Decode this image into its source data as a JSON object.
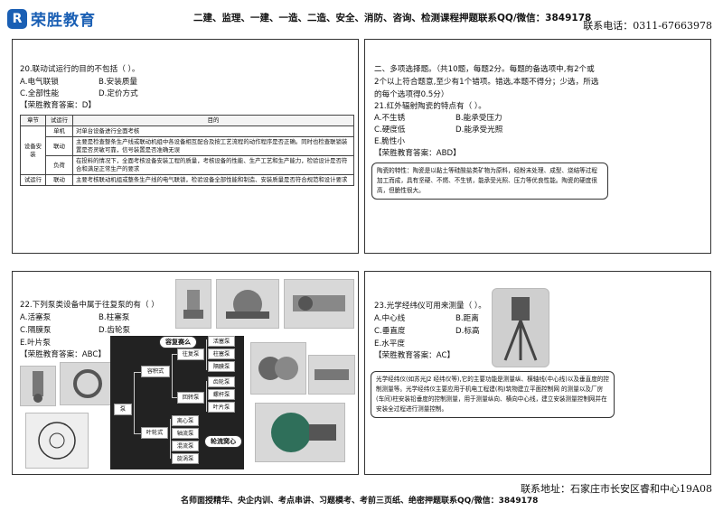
{
  "header": {
    "logo_mark": "R",
    "logo_text": "荣胜教育",
    "center": "二建、监理、一建、一造、二造、安全、消防、咨询、检测课程押题联系QQ/微信：3849178",
    "phone": "联系电话：0311-67663978"
  },
  "q20": {
    "stem": "20.联动试运行的目的不包括（  ）。",
    "opts": [
      "A.电气联锁",
      "B.安装质量",
      "C.全部性能",
      "D.定价方式"
    ],
    "answer": "【荣胜教育答案：D】",
    "table": {
      "headers": [
        "章节",
        "试运行",
        "目的"
      ],
      "rows": [
        [
          "单机",
          "对单台设备进行全面考核"
        ],
        [
          "联动",
          "主要是检查整条生产线或联动机组中各设备相互配合及按工艺流程的动作程序是否正确。同时也检查联锁装置是否灵敏可靠，信号装置是否准确无误"
        ],
        [
          "负荷",
          "在投料的情况下，全面考核设备安装工程的质量，考核设备的性能、生产工艺和生产能力，检验设计是否符合和满足正常生产的要求"
        ],
        [
          "联动",
          "主要考核联动机组或整条生产线的电气联锁，检验设备全部性能和制造、安装质量是否符合规范和设计要求"
        ]
      ],
      "group1": "设备安装",
      "group2": "试运行"
    }
  },
  "q21": {
    "intro1": "二、多项选择题。（共10题，每题2分。每题的备选项中,有2个或",
    "intro2": "2个以上符合题意,至少有1个错项。错选,本题不得分；少选，所选",
    "intro3": "的每个选项得0.5分）",
    "stem": "21.红外辐射陶瓷的特点有（  ）。",
    "opts": [
      "A.不生锈",
      "B.能承受压力",
      "C.硬度低",
      "D.能承受光照",
      "E.脆性小"
    ],
    "answer": "【荣胜教育答案：ABD】",
    "note": "陶瓷的特性：陶瓷是以黏土等硅酸盐类矿物为原料，经粉末处理、成型、烧结等过程加工而成，具有坚硬、不燃、不生锈，能承受光照、压力等优良性能。陶瓷的硬度很高，但脆性很大。"
  },
  "q22": {
    "stem": "22.下列泵类设备中属于往复泵的有（  ）",
    "opts": [
      "A.活塞泵",
      "B.柱塞泵",
      "C.隔膜泵",
      "D.齿轮泵",
      "E.叶片泵"
    ],
    "answer": "【荣胜教育答案：ABC】",
    "diagram": {
      "root": "泵",
      "rongji": "容积式",
      "yedong": "叶轮式",
      "wangfu": "往复泵",
      "huizhuan": "回转泵",
      "tag1": "容复赛么",
      "tag2": "轮流窝心",
      "wangfu_items": [
        "活塞泵",
        "柱塞泵",
        "隔膜泵"
      ],
      "huizhuan_items": [
        "齿轮泵",
        "螺杆泵",
        "叶片泵"
      ],
      "yedong_items": [
        "离心泵",
        "轴流泵",
        "混流泵",
        "旋涡泵"
      ]
    }
  },
  "q23": {
    "stem": "23.光学经纬仪可用来测量（  ）。",
    "opts": [
      "A.中心线",
      "B.距离",
      "C.垂直度",
      "D.标高",
      "E.水平度"
    ],
    "answer": "【荣胜教育答案：AC】",
    "note": "光学经纬仪(如苏光J2 经纬仪等),它的主要功能是测量纵、横轴线(中心线)以及垂直度的控制测量等。光学经纬仪主要应用于机电工程建(构)筑物建立平面控制网 的测量以及厂房(车间)柱安装铅垂度的控制测量，用于测量纵向、横向中心线，建立安装测量控制网并在安装全过程进行测量控制。"
  },
  "footer": {
    "address": "联系地址：石家庄市长安区睿和中心19A08",
    "main": "名师面授精华、央企内训、考点串讲、习题模考、考前三页纸、绝密押题联系QQ/微信：3849178"
  }
}
